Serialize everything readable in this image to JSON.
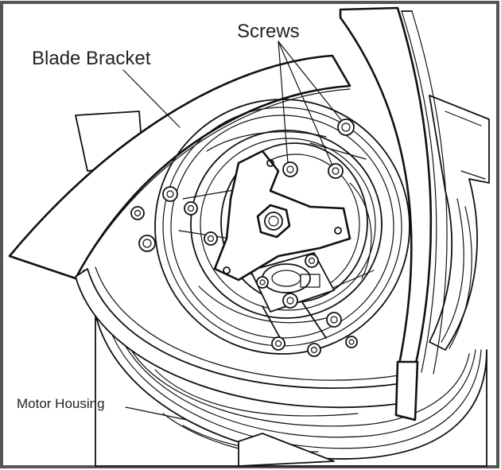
{
  "labels": {
    "screws": "Screws",
    "blade_bracket": "Blade Bracket",
    "motor_housing": "Motor Housing"
  },
  "colors": {
    "line": "#111111",
    "label": "#222222",
    "frame": "#555555",
    "background": "#ffffff"
  }
}
